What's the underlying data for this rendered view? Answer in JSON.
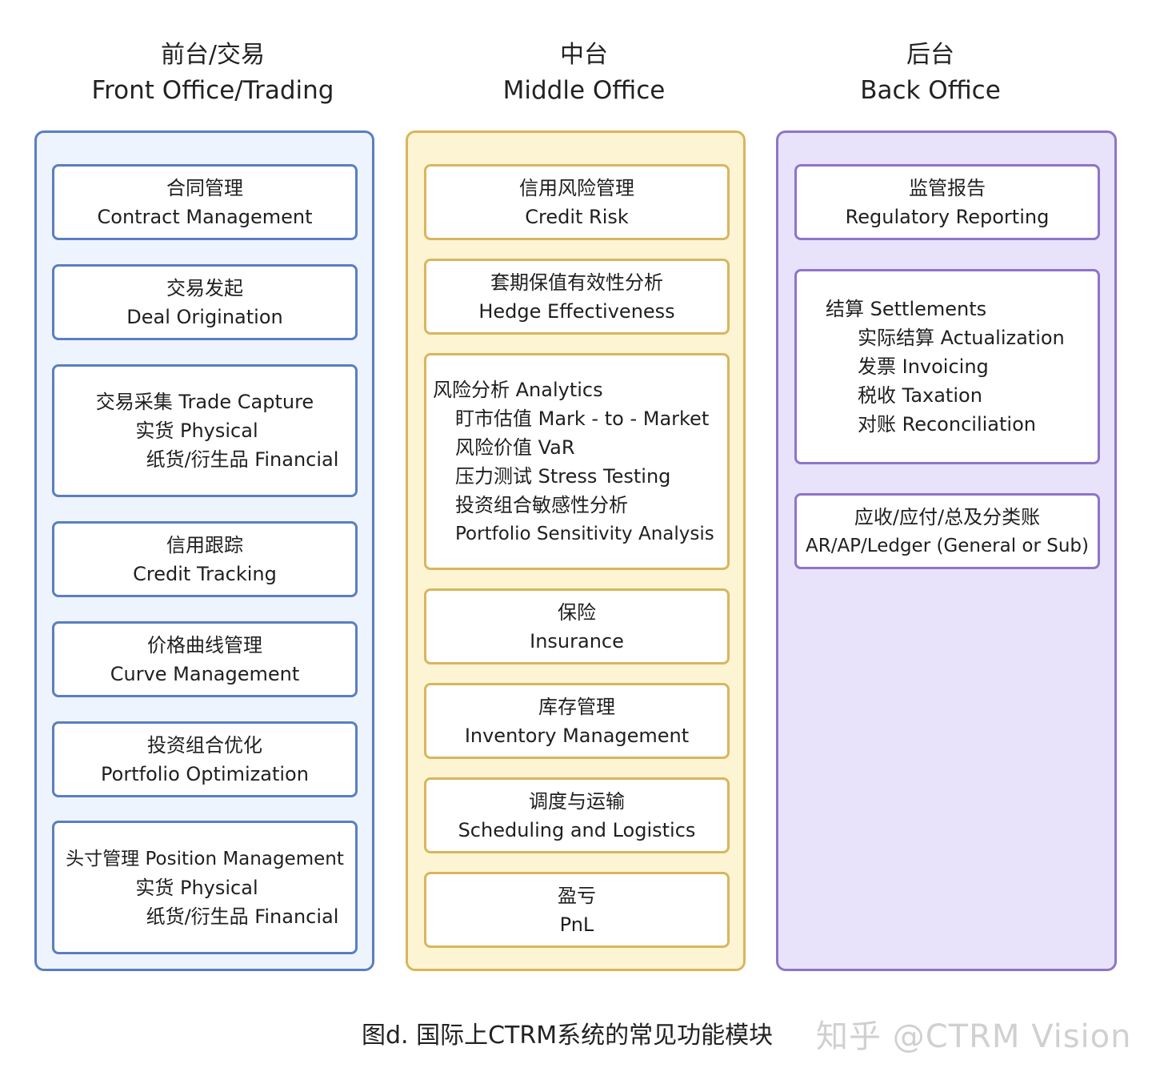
{
  "columns": {
    "front": {
      "title_cn": "前台/交易",
      "title_en": "Front Office/Trading",
      "boxes": [
        {
          "lines": [
            "合同管理",
            "Contract Management"
          ]
        },
        {
          "lines": [
            "交易发起",
            "Deal Origination"
          ]
        },
        {
          "lines": [
            "交易采集 Trade Capture",
            "实货 Physical",
            "纸货/衍生品 Financial"
          ]
        },
        {
          "lines": [
            "信用跟踪",
            "Credit Tracking"
          ]
        },
        {
          "lines": [
            "价格曲线管理",
            "Curve Management"
          ]
        },
        {
          "lines": [
            "投资组合优化",
            "Portfolio Optimization"
          ]
        },
        {
          "lines": [
            "头寸管理 Position Management",
            "实货 Physical",
            "纸货/衍生品 Financial"
          ]
        }
      ]
    },
    "middle": {
      "title_cn": "中台",
      "title_en": "Middle Office",
      "boxes": [
        {
          "lines": [
            "信用风险管理",
            "Credit Risk"
          ]
        },
        {
          "lines": [
            "套期保值有效性分析",
            "Hedge Effectiveness"
          ]
        },
        {
          "lines": [
            "风险分析 Analytics",
            "盯市估值 Mark - to - Market",
            "风险价值 VaR",
            "压力测试 Stress Testing",
            "投资组合敏感性分析",
            "Portfolio Sensitivity Analysis"
          ]
        },
        {
          "lines": [
            "保险",
            "Insurance"
          ]
        },
        {
          "lines": [
            "库存管理",
            "Inventory Management"
          ]
        },
        {
          "lines": [
            "调度与运输",
            "Scheduling and Logistics"
          ]
        },
        {
          "lines": [
            "盈亏",
            "PnL"
          ]
        }
      ]
    },
    "back": {
      "title_cn": "后台",
      "title_en": "Back Office",
      "boxes": [
        {
          "lines": [
            "监管报告",
            "Regulatory Reporting"
          ]
        },
        {
          "lines": [
            "结算 Settlements",
            "实际结算  Actualization",
            "发票 Invoicing",
            "税收 Taxation",
            "对账 Reconciliation"
          ]
        },
        {
          "lines": [
            "应收/应付/总及分类账",
            "AR/AP/Ledger (General or Sub)"
          ]
        }
      ]
    }
  },
  "caption": "图d. 国际上CTRM系统的常见功能模块",
  "watermark": "知乎 @CTRM Vision",
  "colors": {
    "front_border": "#5a7ec2",
    "front_fill": "#eef4fd",
    "middle_border": "#d9b65c",
    "middle_fill": "#fdf4d4",
    "back_border": "#8f74c9",
    "back_fill": "#e9e2fb"
  }
}
